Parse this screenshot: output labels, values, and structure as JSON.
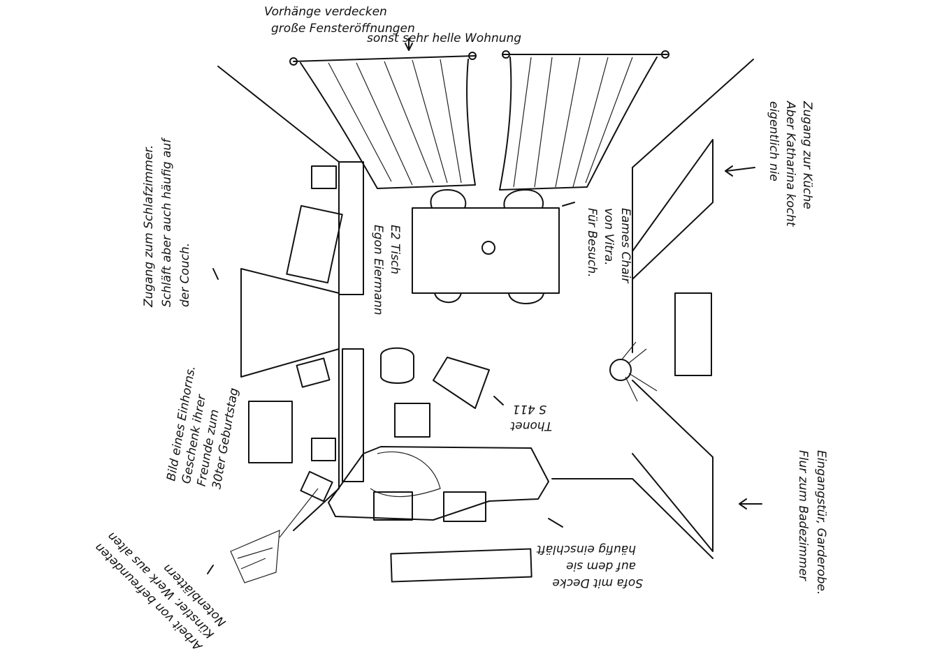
{
  "annotations": {
    "curtains": [
      "Vorhänge verdecken",
      "große Fensteröffnungen",
      "sonst sehr helle Wohnung"
    ],
    "kitchen": [
      "Zugang zur Küche",
      "Aber Katharina kocht",
      "eigentlich nie"
    ],
    "bedroom": [
      "Zugang zum Schlafzimmer.",
      "Schläft aber auch häufig auf",
      "der Couch."
    ],
    "table": [
      "E2 Tisch",
      "Egon Eiermann"
    ],
    "eames": [
      "Eames Chair",
      "von Vitra.",
      "Für Besuch."
    ],
    "thonet": [
      "Thonet",
      "S 411"
    ],
    "unicorn": [
      "Bild eines Einhorns.",
      "Geschenk ihrer",
      "Freunde zum",
      "30ter Geburtstag"
    ],
    "sofa": [
      "Sofa mit Decke",
      "auf dem sie",
      "häufig einschläft"
    ],
    "entrance": [
      "Eingangstür, Garderobe.",
      "Flur zum Badezimmer"
    ],
    "artwork": [
      "Arbeit von befreundeten",
      "Künstler. Werk aus alten",
      "Notenblättern"
    ]
  }
}
